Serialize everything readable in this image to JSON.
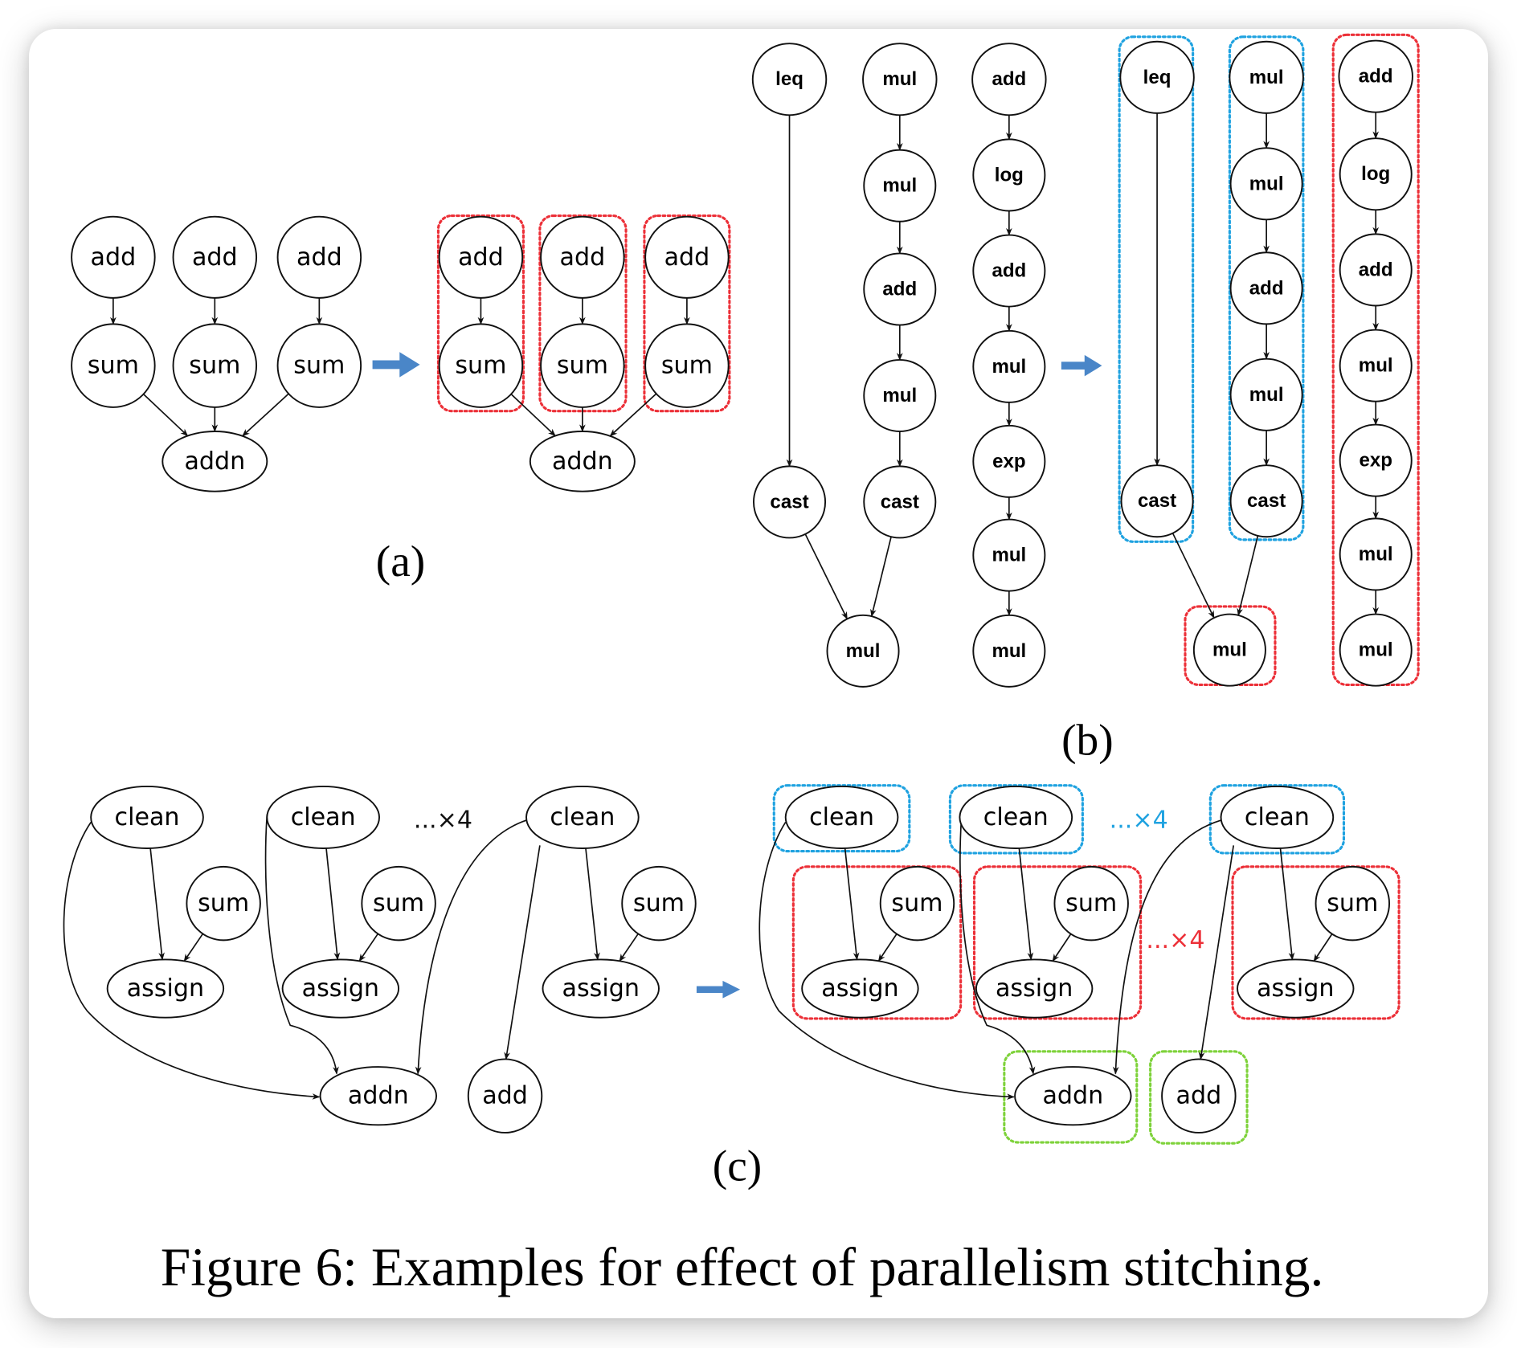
{
  "figure": {
    "caption": "Figure 6: Examples for effect of parallelism stitching.",
    "colors": {
      "node_stroke": "#111111",
      "transform_arrow": "#4a86c8",
      "group_red": "#ec3038",
      "group_blue": "#1fa2e0",
      "group_green": "#7ed23a"
    },
    "panels": {
      "a": {
        "label": "(a)",
        "before": {
          "nodes": [
            "add",
            "add",
            "add",
            "sum",
            "sum",
            "sum",
            "addn"
          ],
          "edges": [
            [
              "add#0",
              "sum#3"
            ],
            [
              "add#1",
              "sum#4"
            ],
            [
              "add#2",
              "sum#5"
            ],
            [
              "sum#3",
              "addn#6"
            ],
            [
              "sum#4",
              "addn#6"
            ],
            [
              "sum#5",
              "addn#6"
            ]
          ]
        },
        "after": {
          "nodes": [
            "add",
            "add",
            "add",
            "sum",
            "sum",
            "sum",
            "addn"
          ],
          "edges": [
            [
              "add#0",
              "sum#3"
            ],
            [
              "add#1",
              "sum#4"
            ],
            [
              "add#2",
              "sum#5"
            ],
            [
              "sum#3",
              "addn#6"
            ],
            [
              "sum#4",
              "addn#6"
            ],
            [
              "sum#5",
              "addn#6"
            ]
          ],
          "groups": [
            {
              "color": "red",
              "members": [
                "add#0",
                "sum#3"
              ]
            },
            {
              "color": "red",
              "members": [
                "add#1",
                "sum#4"
              ]
            },
            {
              "color": "red",
              "members": [
                "add#2",
                "sum#5"
              ]
            }
          ]
        }
      },
      "b": {
        "label": "(b)",
        "before": {
          "nodes": [
            "leq",
            "cast",
            "mul",
            "mul",
            "add",
            "mul",
            "cast",
            "mul",
            "add",
            "log",
            "add",
            "mul",
            "exp",
            "mul",
            "mul"
          ],
          "edges": [
            [
              "leq#0",
              "cast#1"
            ],
            [
              "mul#2",
              "mul#3"
            ],
            [
              "mul#3",
              "add#4"
            ],
            [
              "add#4",
              "mul#5"
            ],
            [
              "mul#5",
              "cast#6"
            ],
            [
              "cast#1",
              "mul#7"
            ],
            [
              "cast#6",
              "mul#7"
            ],
            [
              "add#8",
              "log#9"
            ],
            [
              "log#9",
              "add#10"
            ],
            [
              "add#10",
              "mul#11"
            ],
            [
              "mul#11",
              "exp#12"
            ],
            [
              "exp#12",
              "mul#13"
            ],
            [
              "mul#13",
              "mul#14"
            ]
          ]
        },
        "after": {
          "nodes": [
            "leq",
            "cast",
            "mul",
            "mul",
            "add",
            "mul",
            "cast",
            "mul",
            "add",
            "log",
            "add",
            "mul",
            "exp",
            "mul",
            "mul"
          ],
          "edges": [
            [
              "leq#0",
              "cast#1"
            ],
            [
              "mul#2",
              "mul#3"
            ],
            [
              "mul#3",
              "add#4"
            ],
            [
              "add#4",
              "mul#5"
            ],
            [
              "mul#5",
              "cast#6"
            ],
            [
              "cast#1",
              "mul#7"
            ],
            [
              "cast#6",
              "mul#7"
            ],
            [
              "add#8",
              "log#9"
            ],
            [
              "log#9",
              "add#10"
            ],
            [
              "add#10",
              "mul#11"
            ],
            [
              "mul#11",
              "exp#12"
            ],
            [
              "exp#12",
              "mul#13"
            ],
            [
              "mul#13",
              "mul#14"
            ]
          ],
          "groups": [
            {
              "color": "blue",
              "members": [
                "leq#0",
                "cast#1"
              ]
            },
            {
              "color": "blue",
              "members": [
                "mul#2",
                "mul#3",
                "add#4",
                "mul#5",
                "cast#6"
              ]
            },
            {
              "color": "red",
              "members": [
                "mul#7"
              ]
            },
            {
              "color": "red",
              "members": [
                "add#8",
                "log#9",
                "add#10",
                "mul#11",
                "exp#12",
                "mul#13",
                "mul#14"
              ]
            }
          ]
        }
      },
      "c": {
        "label": "(c)",
        "before": {
          "nodes": [
            "clean",
            "sum",
            "assign",
            "clean",
            "sum",
            "assign",
            "clean",
            "sum",
            "assign",
            "addn",
            "add"
          ],
          "repeat_label": "...×4",
          "edges": [
            [
              "clean#0",
              "assign#2"
            ],
            [
              "sum#1",
              "assign#2"
            ],
            [
              "clean#3",
              "assign#5"
            ],
            [
              "sum#4",
              "assign#5"
            ],
            [
              "clean#6",
              "assign#8"
            ],
            [
              "sum#7",
              "assign#8"
            ],
            [
              "clean#0",
              "addn#9"
            ],
            [
              "clean#3",
              "addn#9"
            ],
            [
              "clean#6",
              "addn#9"
            ],
            [
              "clean#6",
              "add#10"
            ]
          ]
        },
        "after": {
          "nodes": [
            "clean",
            "sum",
            "assign",
            "clean",
            "sum",
            "assign",
            "clean",
            "sum",
            "assign",
            "addn",
            "add"
          ],
          "repeat_label_blue": "...×4",
          "repeat_label_red": "...×4",
          "edges": [
            [
              "clean#0",
              "assign#2"
            ],
            [
              "sum#1",
              "assign#2"
            ],
            [
              "clean#3",
              "assign#5"
            ],
            [
              "sum#4",
              "assign#5"
            ],
            [
              "clean#6",
              "assign#8"
            ],
            [
              "sum#7",
              "assign#8"
            ],
            [
              "clean#0",
              "addn#9"
            ],
            [
              "clean#3",
              "addn#9"
            ],
            [
              "clean#6",
              "addn#9"
            ],
            [
              "clean#6",
              "add#10"
            ]
          ],
          "groups": [
            {
              "color": "blue",
              "members": [
                "clean#0"
              ]
            },
            {
              "color": "blue",
              "members": [
                "clean#3"
              ]
            },
            {
              "color": "blue",
              "members": [
                "clean#6"
              ]
            },
            {
              "color": "red",
              "members": [
                "sum#1",
                "assign#2"
              ]
            },
            {
              "color": "red",
              "members": [
                "sum#4",
                "assign#5"
              ]
            },
            {
              "color": "red",
              "members": [
                "sum#7",
                "assign#8"
              ]
            },
            {
              "color": "green",
              "members": [
                "addn#9"
              ]
            },
            {
              "color": "green",
              "members": [
                "add#10"
              ]
            }
          ]
        }
      }
    }
  }
}
